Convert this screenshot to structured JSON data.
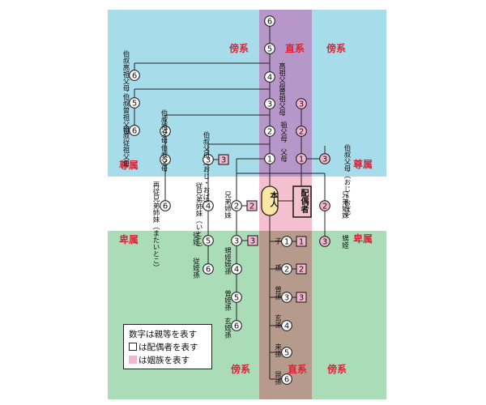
{
  "colors": {
    "ascendant_bg": "#a7dcea",
    "descendant_bg": "#a9dcb7",
    "lineal_ascendant_bg": "#b796c9",
    "lineal_center_bg": "#f4bfcf",
    "lineal_descendant_bg": "#b69a8c",
    "heading_red": "#d6283a",
    "affinity_pink": "#f2b6cf",
    "self_yellow": "#fbe7a3"
  },
  "headings": {
    "collateral": "傍系",
    "lineal": "直系",
    "ascendant": "尊属",
    "descendant": "卑属"
  },
  "center": {
    "self": "本人",
    "spouse": "配偶者"
  },
  "lineal_ascendants": [
    {
      "degree": "6",
      "label": ""
    },
    {
      "degree": "5",
      "label": ""
    },
    {
      "degree": "4",
      "label": "高祖父母"
    },
    {
      "degree": "3",
      "label": "曾祖父母"
    },
    {
      "degree": "2",
      "label": "祖父母"
    },
    {
      "degree": "1",
      "label": "父母"
    }
  ],
  "spouse_ascendants": [
    {
      "degree": "3"
    },
    {
      "degree": "2"
    },
    {
      "degree": "1"
    }
  ],
  "lineal_descendants": [
    {
      "degree": "1",
      "label": "子",
      "affinity": "1"
    },
    {
      "degree": "2",
      "label": "孫",
      "affinity": "2"
    },
    {
      "degree": "3",
      "label": "曾孫",
      "affinity": "3"
    },
    {
      "degree": "4",
      "label": "玄孫"
    },
    {
      "degree": "5",
      "label": "来孫"
    },
    {
      "degree": "6",
      "label": "昆孫"
    }
  ],
  "collateral_nodes": [
    {
      "degree": "6",
      "label": "伯叔高祖父母"
    },
    {
      "degree": "5",
      "label": "伯叔曽祖父母"
    },
    {
      "degree": "6",
      "label": "伯叔従祖父母"
    },
    {
      "degree": "4",
      "label": "伯叔祖父母"
    },
    {
      "degree": "5",
      "label": "伯叔父母"
    },
    {
      "degree": "3",
      "label": "伯叔父母（おじ・おば）",
      "affinity": "3"
    },
    {
      "degree": "6",
      "label": "再従兄弟姉妹（またいとこ）"
    },
    {
      "degree": "4",
      "label": "従兄弟姉妹（いとこ）"
    },
    {
      "degree": "5",
      "label": "従姪"
    },
    {
      "degree": "6",
      "label": "従姪孫"
    },
    {
      "degree": "2",
      "label": "兄弟姉妹",
      "affinity": "2"
    },
    {
      "degree": "3",
      "label": "甥姪",
      "affinity": "3"
    },
    {
      "degree": "4",
      "label": "姪孫"
    },
    {
      "degree": "5",
      "label": "曾姪孫"
    },
    {
      "degree": "6",
      "label": "玄姪孫"
    },
    {
      "degree": "3",
      "label": "伯叔父母（おじ・おば）"
    },
    {
      "degree": "2",
      "label": "兄弟姉妹"
    },
    {
      "degree": "3",
      "label": "甥姪"
    }
  ],
  "legend": {
    "line1": "数字は親等を表す",
    "line2": "は配偶者を表す",
    "line3": "は姻族を表す"
  }
}
